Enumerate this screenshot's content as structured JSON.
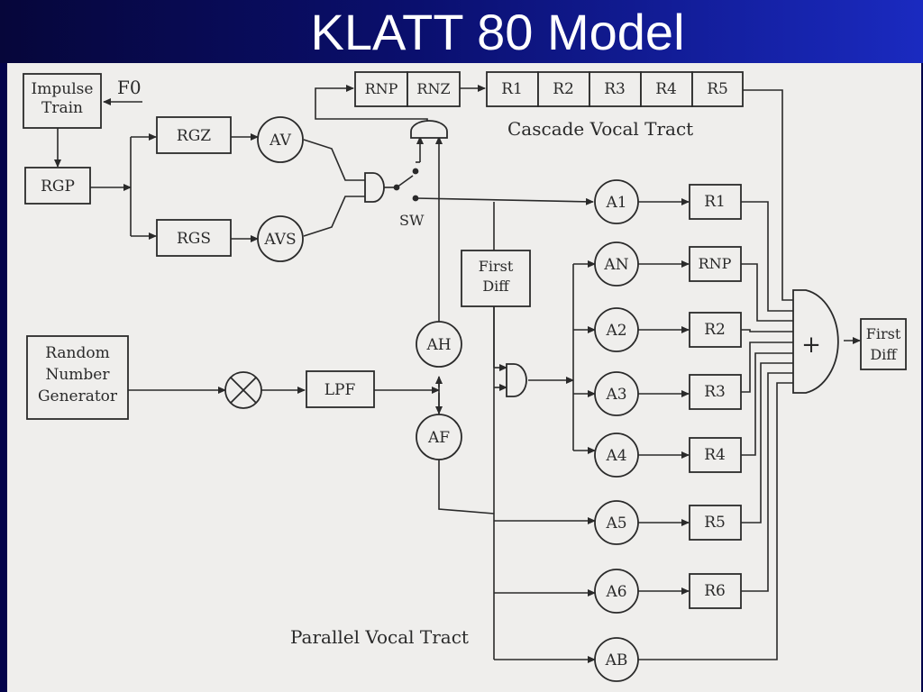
{
  "slide": {
    "title": "KLATT 80 Model"
  },
  "colors": {
    "title_bg": "#0a0f6e",
    "title_text": "#ffffff",
    "paper": "#efeeec",
    "ink": "#2a2a2a"
  },
  "diagram": {
    "impulse_train": "Impulse Train",
    "f0": "F0",
    "rgp": "RGP",
    "rgz": "RGZ",
    "rgs": "RGS",
    "av": "AV",
    "avs": "AVS",
    "sw": "SW",
    "rnp_cascade": "RNP",
    "rnz": "RNZ",
    "r1_cascade": "R1",
    "r2_cascade": "R2",
    "r3_cascade": "R3",
    "r4_cascade": "R4",
    "r5_cascade": "R5",
    "cascade_label": "Cascade Vocal Tract",
    "a1": "A1",
    "r1_parallel": "R1",
    "first_diff_mid": "First Diff",
    "an": "AN",
    "rnp_parallel": "RNP",
    "a2": "A2",
    "r2_parallel": "R2",
    "a3": "A3",
    "r3_parallel": "R3",
    "a4": "A4",
    "r4_parallel": "R4",
    "a5": "A5",
    "r5_parallel": "R5",
    "a6": "A6",
    "r6_parallel": "R6",
    "ab": "AB",
    "random_number_generator": "Random Number Generator",
    "lpf": "LPF",
    "ah": "AH",
    "af": "AF",
    "sum_symbol": "+",
    "first_diff_out": "First Diff",
    "parallel_label": "Parallel Vocal Tract"
  }
}
